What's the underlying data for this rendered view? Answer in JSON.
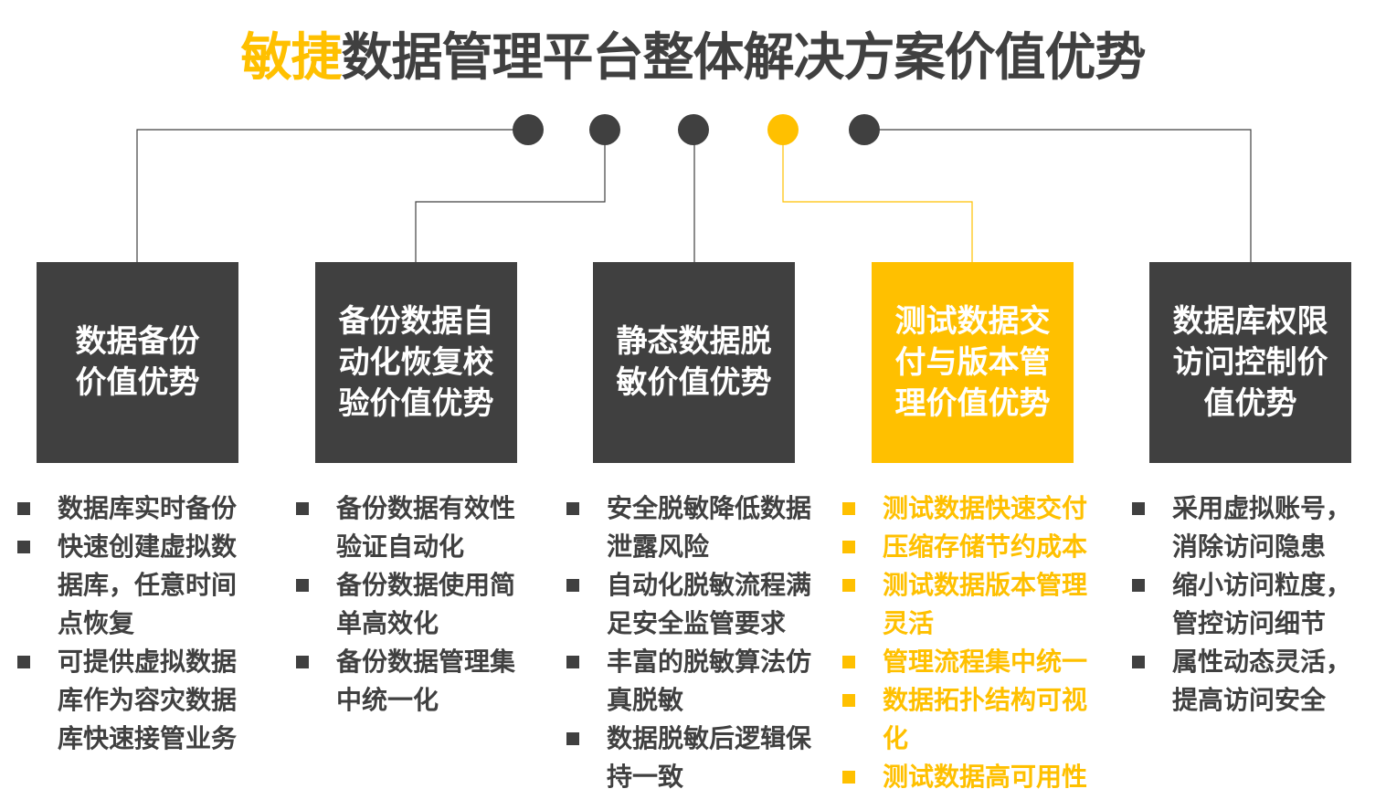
{
  "title": {
    "highlight": "敏捷",
    "rest": "数据管理平台整体解决方案价值优势"
  },
  "colors": {
    "dark": "#404040",
    "accent": "#FFC000"
  },
  "columns": [
    {
      "box_lines": [
        "数据备份",
        "价值优势"
      ],
      "highlight": false,
      "items": [
        [
          "数据库实时备份"
        ],
        [
          "快速创建虚拟数",
          "据库，任意时间",
          "点恢复"
        ],
        [
          "可提供虚拟数据",
          "库作为容灾数据",
          "库快速接管业务"
        ]
      ]
    },
    {
      "box_lines": [
        "备份数据自",
        "动化恢复校",
        "验价值优势"
      ],
      "highlight": false,
      "items": [
        [
          "备份数据有效性",
          "验证自动化"
        ],
        [
          "备份数据使用简",
          "单高效化"
        ],
        [
          "备份数据管理集",
          "中统一化"
        ]
      ]
    },
    {
      "box_lines": [
        "静态数据脱",
        "敏价值优势"
      ],
      "highlight": false,
      "items": [
        [
          "安全脱敏降低数据",
          "泄露风险"
        ],
        [
          "自动化脱敏流程满",
          "足安全监管要求"
        ],
        [
          "丰富的脱敏算法仿",
          "真脱敏"
        ],
        [
          "数据脱敏后逻辑保",
          "持一致"
        ]
      ]
    },
    {
      "box_lines": [
        "测试数据交",
        "付与版本管",
        "理价值优势"
      ],
      "highlight": true,
      "items": [
        [
          "测试数据快速交付"
        ],
        [
          "压缩存储节约成本"
        ],
        [
          "测试数据版本管理",
          "灵活"
        ],
        [
          "管理流程集中统一"
        ],
        [
          "数据拓扑结构可视",
          "化"
        ],
        [
          "测试数据高可用性"
        ]
      ]
    },
    {
      "box_lines": [
        "数据库权限",
        "访问控制价",
        "值优势"
      ],
      "highlight": false,
      "items": [
        [
          "采用虚拟账号，",
          "消除访问隐患"
        ],
        [
          "缩小访问粒度，",
          "管控访问细节"
        ],
        [
          "属性动态灵活，",
          "提高访问安全"
        ]
      ]
    }
  ]
}
